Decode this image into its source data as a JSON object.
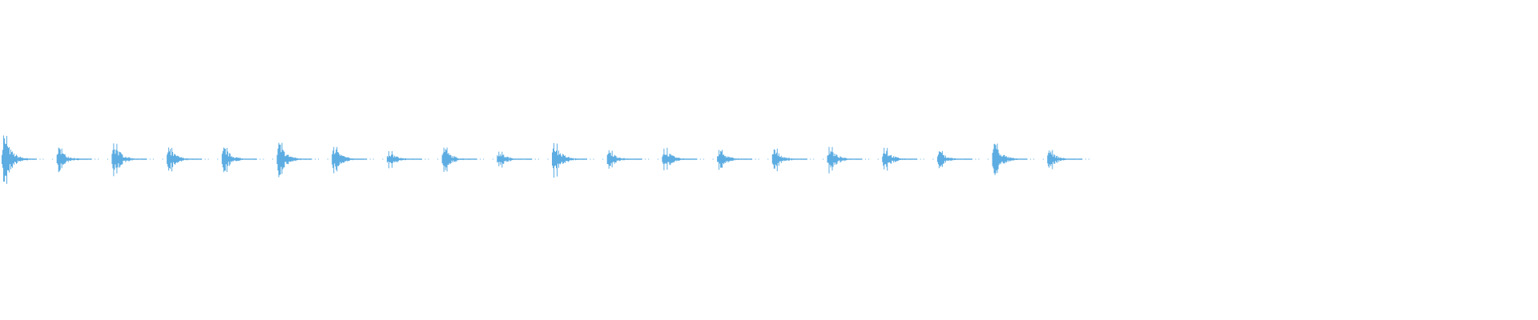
{
  "waveform": {
    "color": "#5dade2",
    "burst_count": 20,
    "relative_peak_amplitudes": [
      1.0,
      0.47,
      0.67,
      0.47,
      0.5,
      0.67,
      0.53,
      0.33,
      0.47,
      0.33,
      0.67,
      0.37,
      0.47,
      0.4,
      0.43,
      0.5,
      0.47,
      0.33,
      0.67,
      0.37
    ]
  }
}
